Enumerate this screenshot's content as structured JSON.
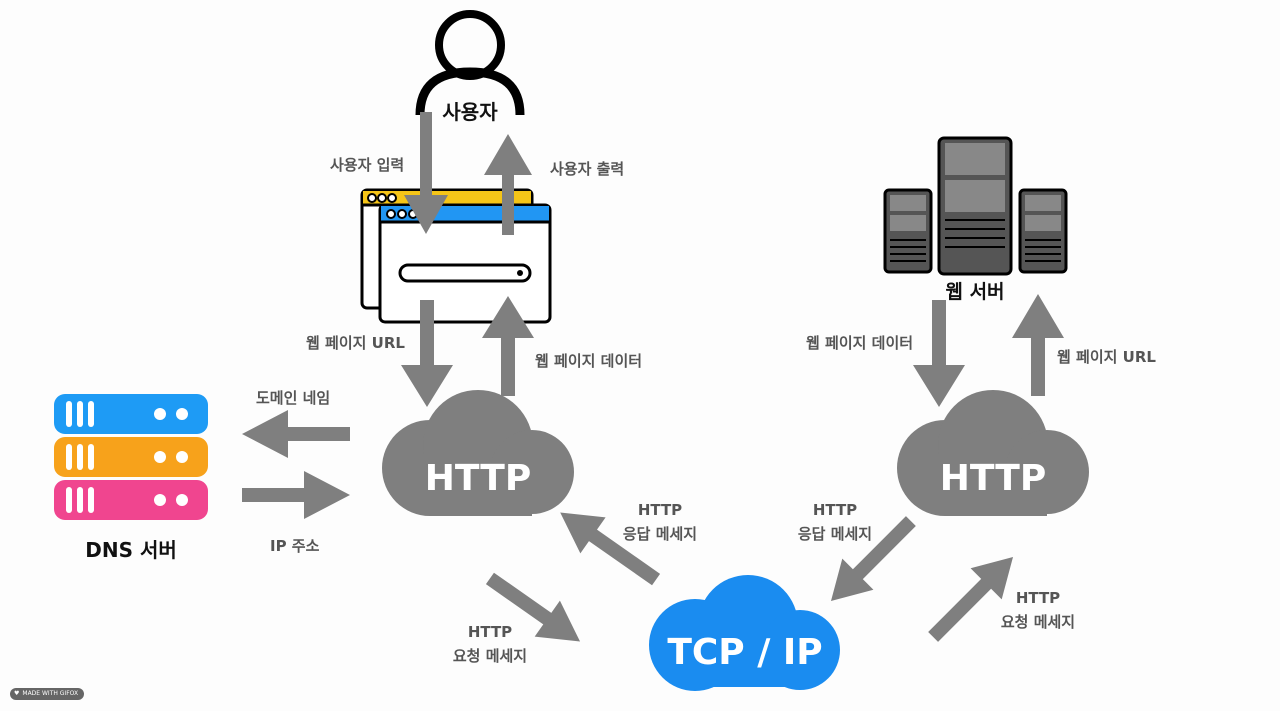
{
  "nodes": {
    "user": "사용자",
    "web_server": "웹 서버",
    "dns_server": "DNS 서버",
    "http_left": "HTTP",
    "http_right": "HTTP",
    "tcp_ip": "TCP / IP"
  },
  "edges": {
    "user_input": "사용자 입력",
    "user_output": "사용자 출력",
    "left_url": "웹 페이지 URL",
    "left_data": "웹 페이지 데이터",
    "domain_name": "도메인 네임",
    "ip_address": "IP 주소",
    "left_response_l1": "HTTP",
    "left_response_l2": "응답 메세지",
    "left_request_l1": "HTTP",
    "left_request_l2": "요청 메세지",
    "right_response_l1": "HTTP",
    "right_response_l2": "응답 메세지",
    "right_request_l1": "HTTP",
    "right_request_l2": "요청 메세지",
    "right_data": "웹 페이지 데이터",
    "right_url": "웹 페이지 URL"
  },
  "watermark": "MADE WITH GIFOX",
  "colors": {
    "arrow": "#7f7f7f",
    "cloud_http": "#7f7f7f",
    "cloud_tcp": "#1a8cf0",
    "dns_blue": "#1e9bf5",
    "dns_orange": "#f7a21b",
    "dns_pink": "#f0458f",
    "browser_yellow": "#f5c518",
    "browser_blue": "#2196f3"
  }
}
